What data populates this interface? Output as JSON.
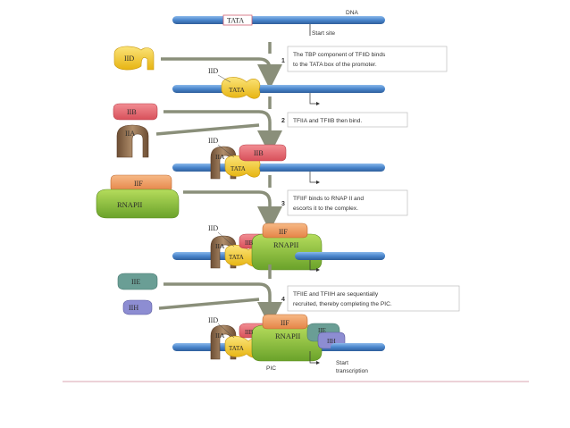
{
  "dna_label": "DNA",
  "tata_label": "TATA",
  "start_site_label": "Start site",
  "tfs": {
    "iid": "IID",
    "iib": "IIB",
    "iia": "IIA",
    "iif": "IIF",
    "rnapii": "RNAPII",
    "iie": "IIE",
    "iih": "IIH"
  },
  "steps": [
    {
      "number": "1",
      "line1": "The TBP component of TFIID binds",
      "line2": "to the TATA box of the promoter."
    },
    {
      "number": "2",
      "line1": "TFIIA and TFIIB then bind.",
      "line2": ""
    },
    {
      "number": "3",
      "line1": "TFIIF binds to RNAP II and",
      "line2": "escorts it to the complex."
    },
    {
      "number": "4",
      "line1": "TFIIE and TFIIH are sequentially",
      "line2": "recruited, thereby completing the PIC."
    }
  ],
  "pic_label": "PIC",
  "start_transcription": {
    "line1": "Start",
    "line2": "transcription"
  },
  "colors": {
    "dna": "#4a86cc",
    "tata": "#f2c81e",
    "iid": "#f0c42a",
    "iib": "#e8686f",
    "iia": "#8b6a4a",
    "iif": "#f09a5e",
    "rnapii": "#8cc43c",
    "iie": "#6a9e95",
    "iih": "#8d8dd2",
    "arrow": "#8a8f7a",
    "footer_line": "#d9a6b0"
  }
}
